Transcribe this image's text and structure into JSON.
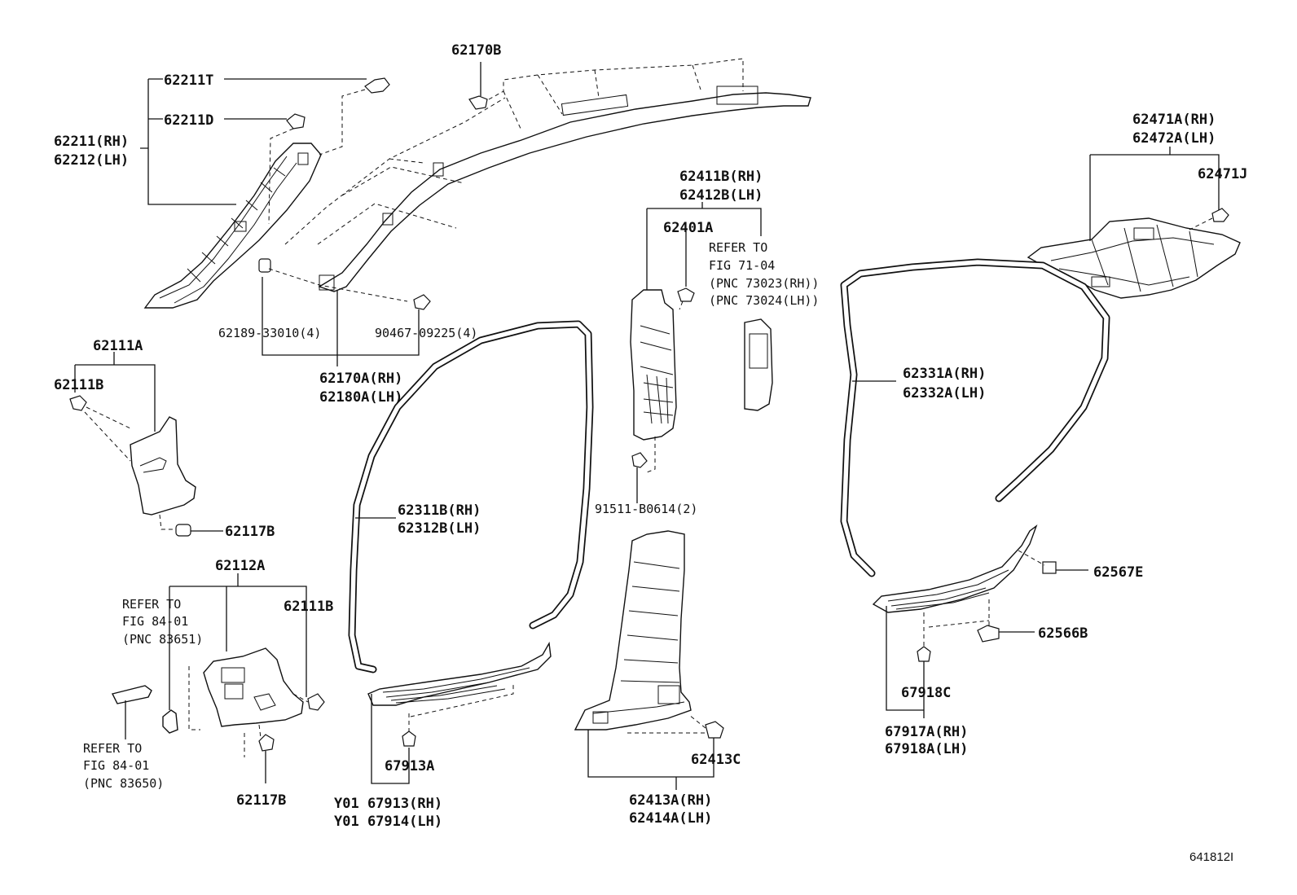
{
  "labels": {
    "p62170B": "62170B",
    "p62211T": "62211T",
    "p62211D": "62211D",
    "p62211_rh": "62211(RH)",
    "p62212_lh": "62212(LH)",
    "p62189": "62189-33010(4)",
    "p90467": "90467-09225(4)",
    "p62170A_rh": "62170A(RH)",
    "p62180A_lh": "62180A(LH)",
    "p62411B_rh": "62411B(RH)",
    "p62412B_lh": "62412B(LH)",
    "p62401A": "62401A",
    "p62471A_rh": "62471A(RH)",
    "p62472A_lh": "62472A(LH)",
    "p62471J": "62471J",
    "p62111A": "62111A",
    "p62111B_top": "62111B",
    "p62117B_top": "62117B",
    "p62311B_rh": "62311B(RH)",
    "p62312B_lh": "62312B(LH)",
    "p91511": "91511-B0614(2)",
    "p62331A_rh": "62331A(RH)",
    "p62332A_lh": "62332A(LH)",
    "p62567E": "62567E",
    "p62566B": "62566B",
    "p62112A": "62112A",
    "p62111B_bottom": "62111B",
    "p62117B_bottom": "62117B",
    "p67913A": "67913A",
    "p67913_rh": "Y01 67913(RH)",
    "p67914_lh": "Y01 67914(LH)",
    "p62413C": "62413C",
    "p62413A_rh": "62413A(RH)",
    "p62414A_lh": "62414A(LH)",
    "p67918C": "67918C",
    "p67917A_rh": "67917A(RH)",
    "p67918A_lh": "67918A(LH)"
  },
  "notes": {
    "ref71_line1": "REFER TO",
    "ref71_line2": "FIG 71-04",
    "ref71_line3": "(PNC 73023(RH))",
    "ref71_line4": "(PNC 73024(LH))",
    "ref83651_line1": "REFER TO",
    "ref83651_line2": "FIG 84-01",
    "ref83651_line3": "(PNC 83651)",
    "ref83650_line1": "REFER TO",
    "ref83650_line2": "FIG 84-01",
    "ref83650_line3": "(PNC 83650)"
  },
  "figure_id": "641812I"
}
